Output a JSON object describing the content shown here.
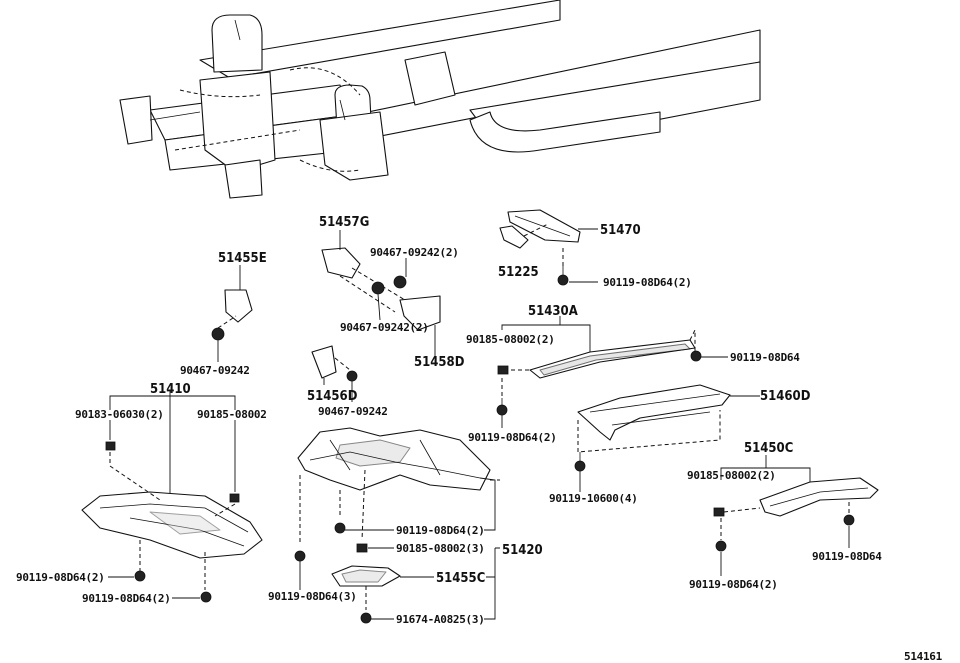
{
  "diagram_id": "514161",
  "labels": {
    "p51457G": "51457G",
    "p51470": "51470",
    "p90467_09242_2a": "90467-09242(2)",
    "p51225": "51225",
    "p90119_08D64_2a": "90119-08D64(2)",
    "p51455E": "51455E",
    "p90467_09242_2b": "90467-09242(2)",
    "p51458D": "51458D",
    "p51430A": "51430A",
    "p90185_08002_2a": "90185-08002(2)",
    "p90119_08D64a": "90119-08D64",
    "p90467_09242a": "90467-09242",
    "p51456D": "51456D",
    "p90467_09242b": "90467-09242",
    "p51410": "51410",
    "p90183_06030_2": "90183-06030(2)",
    "p90185_08002a": "90185-08002",
    "p51460D": "51460D",
    "p90119_08D64_2b": "90119-08D64(2)",
    "p90119_10600_4": "90119-10600(4)",
    "p51450C": "51450C",
    "p90185_08002_2b": "90185-08002(2)",
    "p90119_08D64_2c": "90119-08D64(2)",
    "p90185_08002_3": "90185-08002(3)",
    "p51420": "51420",
    "p51455C": "51455C",
    "p90119_08D64_3": "90119-08D64(3)",
    "p91674_A0825_3": "91674-A0825(3)",
    "p90119_08D64_2d": "90119-08D64(2)",
    "p90119_08D64_2e": "90119-08D64(2)",
    "p90119_08D64b": "90119-08D64",
    "p90119_08D64_2f": "90119-08D64(2)"
  }
}
